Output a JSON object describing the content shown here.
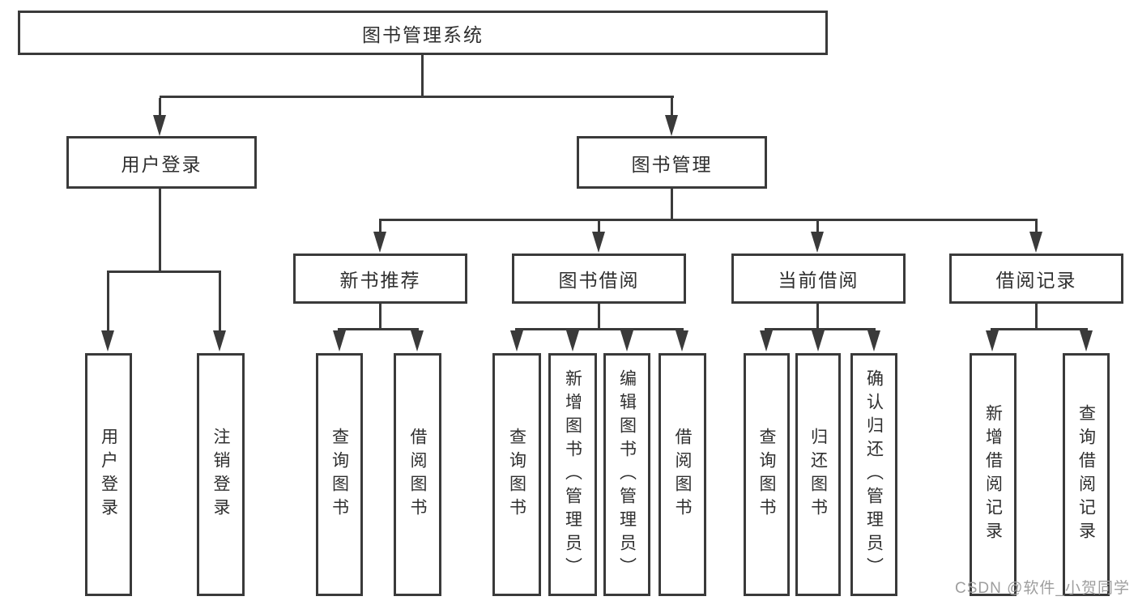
{
  "diagram": {
    "root": {
      "label": "图书管理系统"
    },
    "branches": [
      {
        "label": "用户登录",
        "children": [
          {
            "label": "用户登录"
          },
          {
            "label": "注销登录"
          }
        ]
      },
      {
        "label": "图书管理",
        "children": [
          {
            "label": "新书推荐",
            "children": [
              {
                "label": "查询图书"
              },
              {
                "label": "借阅图书"
              }
            ]
          },
          {
            "label": "图书借阅",
            "children": [
              {
                "label": "查询图书"
              },
              {
                "label": "新增图书（管理员）"
              },
              {
                "label": "编辑图书（管理员）"
              },
              {
                "label": "借阅图书"
              }
            ]
          },
          {
            "label": "当前借阅",
            "children": [
              {
                "label": "查询图书"
              },
              {
                "label": "归还图书"
              },
              {
                "label": "确认归还（管理员）"
              }
            ]
          },
          {
            "label": "借阅记录",
            "children": [
              {
                "label": "新增借阅记录"
              },
              {
                "label": "查询借阅记录"
              }
            ]
          }
        ]
      }
    ]
  },
  "watermark": {
    "text": "CSDN @软件_小贺同学",
    "color": "#9e9e9e"
  },
  "colors": {
    "box_border": "#3a3a3a",
    "connector_line": "#3a3a3a",
    "node_text": "#2f2f2f",
    "background": "#ffffff"
  }
}
